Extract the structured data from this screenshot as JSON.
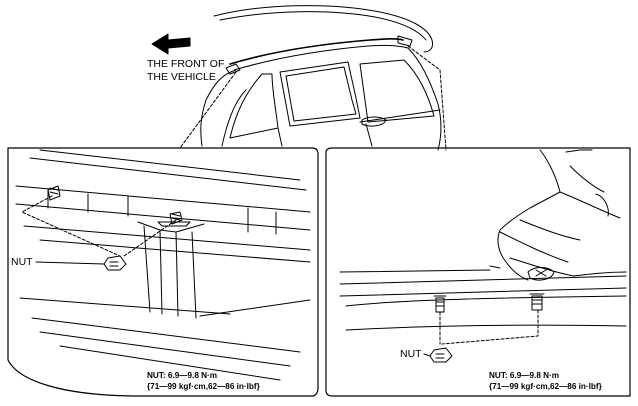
{
  "overview": {
    "front_label_line1": "THE FRONT OF",
    "front_label_line2": "THE VEHICLE"
  },
  "left_detail": {
    "nut_label": "NUT",
    "torque_line1": "NUT: 6.9—9.8 N·m",
    "torque_line2": "{71—99 kgf·cm,62—86 in·lbf}"
  },
  "right_detail": {
    "nut_label": "NUT",
    "torque_line1": "NUT: 6.9—9.8 N·m",
    "torque_line2": "{71—99 kgf·cm,62—86 in·lbf}"
  },
  "colors": {
    "line": "#000000",
    "background": "#ffffff",
    "arrow": "#000000"
  }
}
